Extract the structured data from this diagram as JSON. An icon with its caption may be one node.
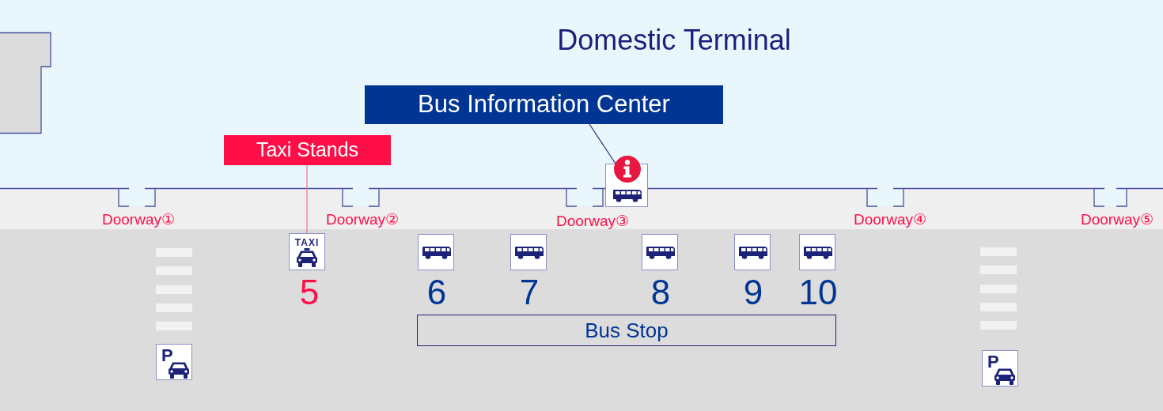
{
  "diagram": {
    "nodes": [
      {
        "text": [
          "Domestic Terminal"
        ]
      },
      {
        "text": [],
        "shape": "box",
        "in": 0
      },
      {
        "text": [
          "Bus Information Center"
        ],
        "in": 0
      },
      {
        "text": [
          "Taxi Stands"
        ],
        "in": 0
      },
      {
        "text": [],
        "shape": "picture"
      },
      {
        "text": [
          "TAXI"
        ],
        "beside": [
          "5"
        ]
      },
      {
        "text": [],
        "shape": "picture",
        "beside": [
          "6"
        ]
      },
      {
        "text": [],
        "shape": "picture",
        "beside": [
          "7"
        ]
      },
      {
        "text": [],
        "shape": "picture",
        "beside": [
          "8"
        ]
      },
      {
        "text": [],
        "shape": "picture",
        "beside": [
          "9"
        ]
      },
      {
        "text": [],
        "shape": "picture",
        "beside": [
          "10"
        ]
      },
      {
        "text": [
          "Bus Stop"
        ]
      },
      {
        "text": [
          "P"
        ]
      },
      {
        "text": [
          "P"
        ]
      }
    ],
    "edges": [
      {
        "from": 2,
        "to": 4,
        "arrow": "none",
        "color": "#1d2d7c"
      },
      {
        "from": 3,
        "to": 5,
        "arrow": "none",
        "color": "#f2708a"
      }
    ],
    "labels": [
      "Doorway①",
      "Doorway②",
      "Doorway③",
      "Doorway④",
      "Doorway⑤"
    ]
  }
}
